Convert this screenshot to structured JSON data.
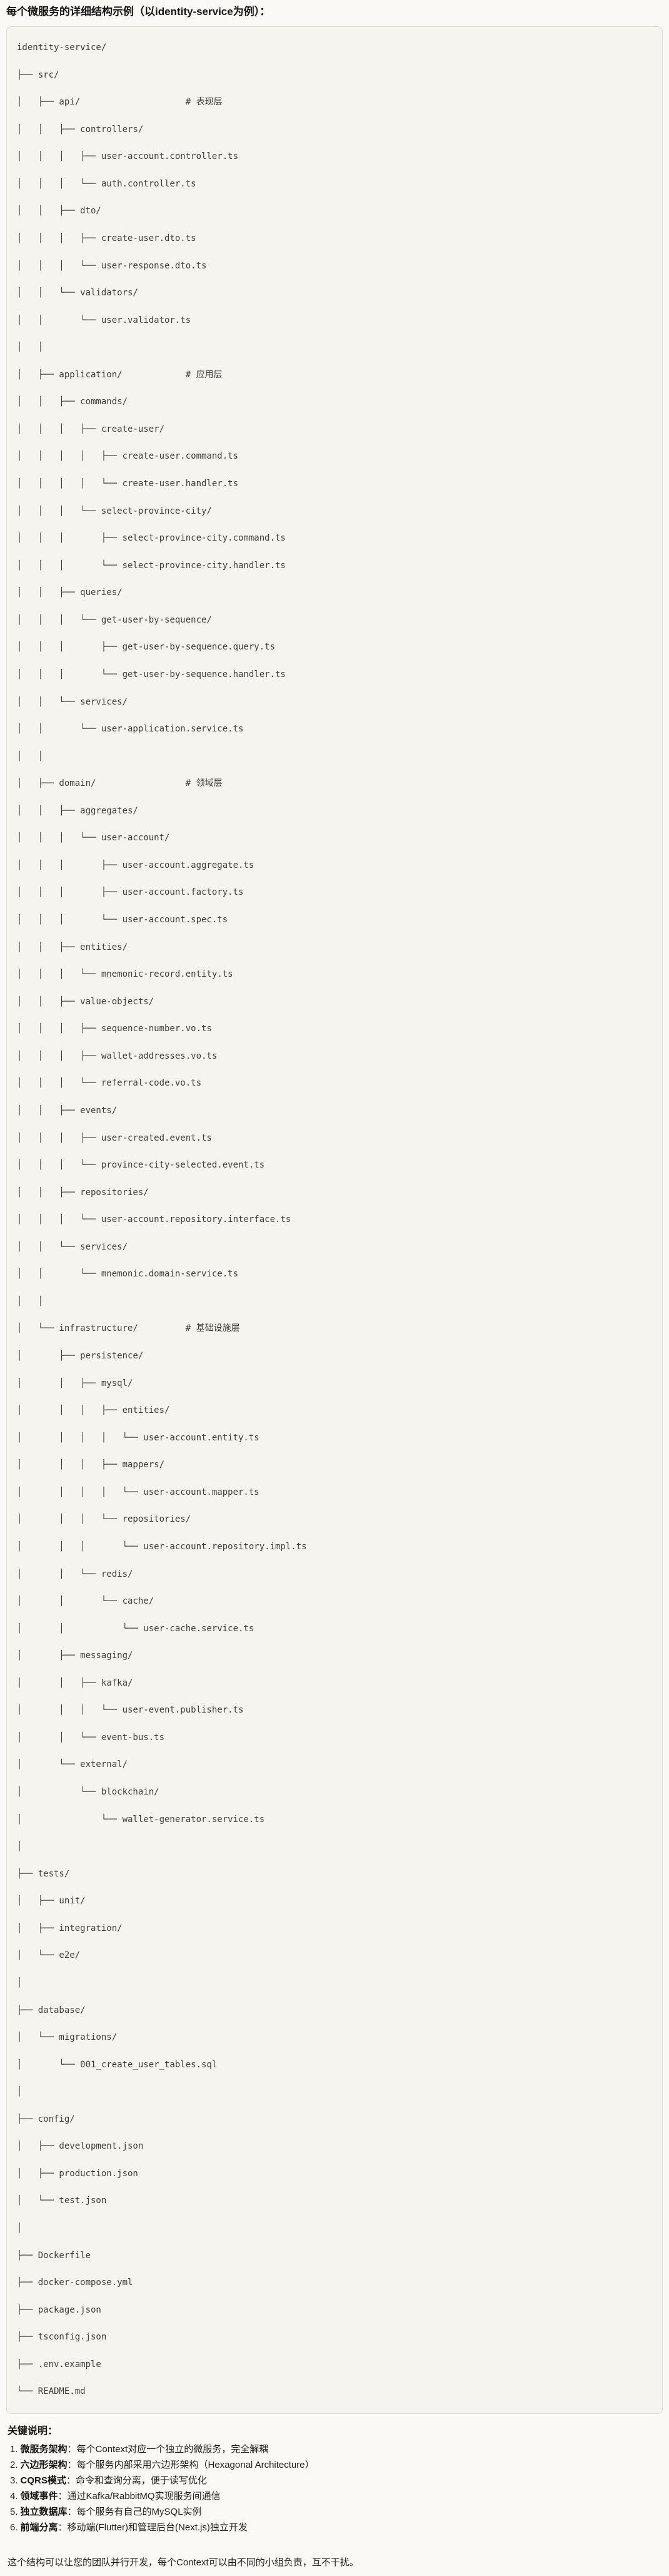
{
  "page": {
    "title": "每个微服务的详细结构示例（以identity-service为例）："
  },
  "code_block": {
    "lines": [
      "identity-service/",
      "├── src/",
      "│   ├── api/                    # 表现层",
      "│   │   ├── controllers/",
      "│   │   │   ├── user-account.controller.ts",
      "│   │   │   └── auth.controller.ts",
      "│   │   ├── dto/",
      "│   │   │   ├── create-user.dto.ts",
      "│   │   │   └── user-response.dto.ts",
      "│   │   └── validators/",
      "│   │       └── user.validator.ts",
      "│   │",
      "│   ├── application/            # 应用层",
      "│   │   ├── commands/",
      "│   │   │   ├── create-user/",
      "│   │   │   │   ├── create-user.command.ts",
      "│   │   │   │   └── create-user.handler.ts",
      "│   │   │   └── select-province-city/",
      "│   │   │       ├── select-province-city.command.ts",
      "│   │   │       └── select-province-city.handler.ts",
      "│   │   ├── queries/",
      "│   │   │   └── get-user-by-sequence/",
      "│   │   │       ├── get-user-by-sequence.query.ts",
      "│   │   │       └── get-user-by-sequence.handler.ts",
      "│   │   └── services/",
      "│   │       └── user-application.service.ts",
      "│   │",
      "│   ├── domain/                 # 领域层",
      "│   │   ├── aggregates/",
      "│   │   │   └── user-account/",
      "│   │   │       ├── user-account.aggregate.ts",
      "│   │   │       ├── user-account.factory.ts",
      "│   │   │       └── user-account.spec.ts",
      "│   │   ├── entities/",
      "│   │   │   └── mnemonic-record.entity.ts",
      "│   │   ├── value-objects/",
      "│   │   │   ├── sequence-number.vo.ts",
      "│   │   │   ├── wallet-addresses.vo.ts",
      "│   │   │   └── referral-code.vo.ts",
      "│   │   ├── events/",
      "│   │   │   ├── user-created.event.ts",
      "│   │   │   └── province-city-selected.event.ts",
      "│   │   ├── repositories/",
      "│   │   │   └── user-account.repository.interface.ts",
      "│   │   └── services/",
      "│   │       └── mnemonic.domain-service.ts",
      "│   │",
      "│   └── infrastructure/         # 基础设施层",
      "│       ├── persistence/",
      "│       │   ├── mysql/",
      "│       │   │   ├── entities/",
      "│       │   │   │   └── user-account.entity.ts",
      "│       │   │   ├── mappers/",
      "│       │   │   │   └── user-account.mapper.ts",
      "│       │   │   └── repositories/",
      "│       │   │       └── user-account.repository.impl.ts",
      "│       │   └── redis/",
      "│       │       └── cache/",
      "│       │           └── user-cache.service.ts",
      "│       ├── messaging/",
      "│       │   ├── kafka/",
      "│       │   │   └── user-event.publisher.ts",
      "│       │   └── event-bus.ts",
      "│       └── external/",
      "│           └── blockchain/",
      "│               └── wallet-generator.service.ts",
      "│",
      "├── tests/",
      "│   ├── unit/",
      "│   ├── integration/",
      "│   └── e2e/",
      "│",
      "├── database/",
      "│   └── migrations/",
      "│       └── 001_create_user_tables.sql",
      "│",
      "├── config/",
      "│   ├── development.json",
      "│   ├── production.json",
      "│   └── test.json",
      "│",
      "├── Dockerfile",
      "├── docker-compose.yml",
      "├── package.json",
      "├── tsconfig.json",
      "├── .env.example",
      "└── README.md"
    ]
  },
  "notes": {
    "heading": "关键说明：",
    "items": [
      {
        "num": "1.",
        "term": "微服务架构",
        "desc": "：每个Context对应一个独立的微服务，完全解耦"
      },
      {
        "num": "2.",
        "term": "六边形架构",
        "desc": "：每个服务内部采用六边形架构（Hexagonal Architecture）"
      },
      {
        "num": "3.",
        "term": "CQRS模式",
        "desc": "：命令和查询分离，便于读写优化"
      },
      {
        "num": "4.",
        "term": "领域事件",
        "desc": "：通过Kafka/RabbitMQ实现服务间通信"
      },
      {
        "num": "5.",
        "term": "独立数据库",
        "desc": "：每个服务有自己的MySQL实例"
      },
      {
        "num": "6.",
        "term": "前端分离",
        "desc": "：移动端(Flutter)和管理后台(Next.js)独立开发"
      }
    ],
    "footer": "这个结构可以让您的团队并行开发，每个Context可以由不同的小组负责，互不干扰。"
  }
}
